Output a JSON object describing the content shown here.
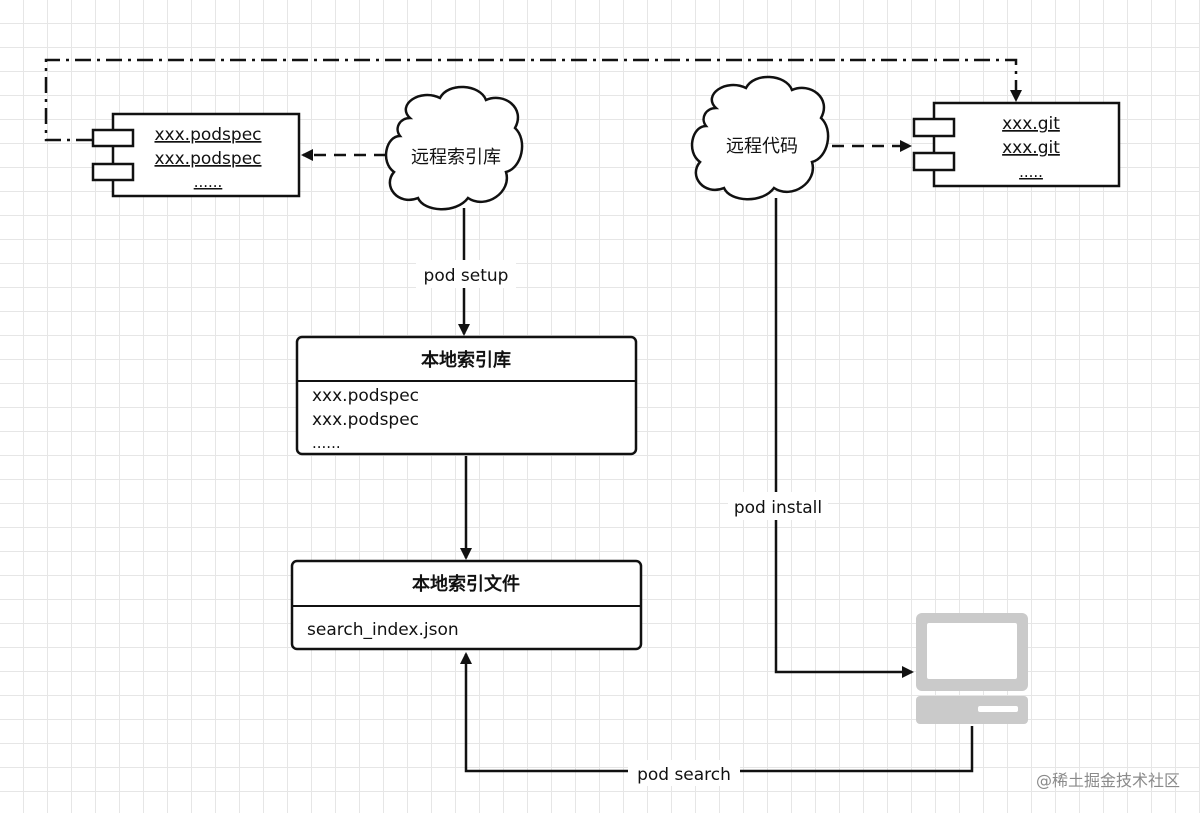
{
  "remote_spec_repo_box": {
    "lines": [
      "xxx.podspec",
      "xxx.podspec",
      "......"
    ]
  },
  "remote_index_cloud": {
    "label": "远程索引库"
  },
  "remote_code_cloud": {
    "label": "远程代码"
  },
  "remote_git_box": {
    "lines": [
      "xxx.git",
      "xxx.git",
      "....."
    ]
  },
  "edges": {
    "pod_setup": "pod setup",
    "pod_install": "pod install",
    "pod_search": "pod search"
  },
  "local_index_repo": {
    "title": "本地索引库",
    "lines": [
      "xxx.podspec",
      "xxx.podspec",
      "......"
    ]
  },
  "local_index_file": {
    "title": "本地索引文件",
    "lines": [
      "search_index.json"
    ]
  },
  "watermark": "@稀土掘金技术社区",
  "colors": {
    "stroke": "#111111",
    "grid": "#e6e6e6",
    "computer": "#c9c9c9"
  },
  "icons": [
    "component-icon",
    "cloud-icon",
    "computer-icon"
  ]
}
